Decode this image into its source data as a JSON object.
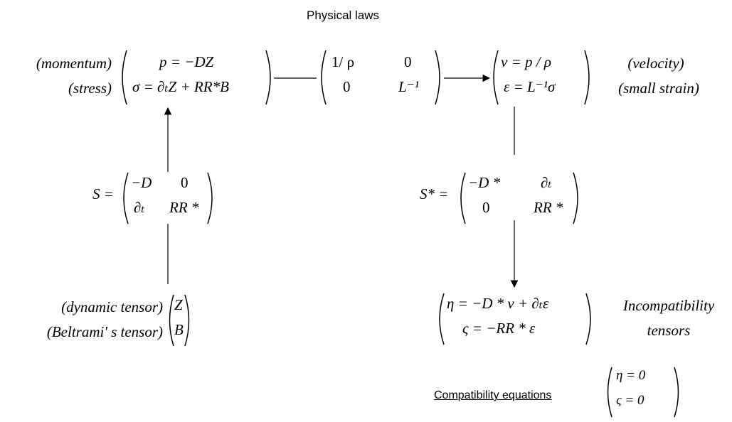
{
  "title": "Physical laws",
  "top_left": {
    "label_1": "(momentum)",
    "label_2": "(stress)",
    "row_1": "p = −DZ",
    "row_2": "σ = ∂ₜZ + RR*B"
  },
  "top_middle": {
    "m11": "1/ ρ",
    "m12": "0",
    "m21": "0",
    "m22": "L⁻¹"
  },
  "top_right": {
    "row_1": "v = p / ρ",
    "row_2": "ε = L⁻¹σ",
    "label_1": "(velocity)",
    "label_2": "(small strain)"
  },
  "operator_s": {
    "name": "S =",
    "m11": "−D",
    "m12": "0",
    "m21": "∂ₜ",
    "m22": "RR *"
  },
  "operator_s_star": {
    "name": "S* =",
    "m11": "−D *",
    "m12": "∂ₜ",
    "m21": "0",
    "m22": "RR *"
  },
  "bottom_left": {
    "label_1": "(dynamic tensor)",
    "label_2": "(Beltrami' s tensor)",
    "row_1": "Z",
    "row_2": "B"
  },
  "bottom_right": {
    "row_1": "η = −D * v + ∂ₜε",
    "row_2": "ς = −RR * ε",
    "label_1": "Incompatibility",
    "label_2": "tensors"
  },
  "compatibility": {
    "label": "Compatibility equations",
    "row_1": "η = 0",
    "row_2": "ς = 0"
  }
}
